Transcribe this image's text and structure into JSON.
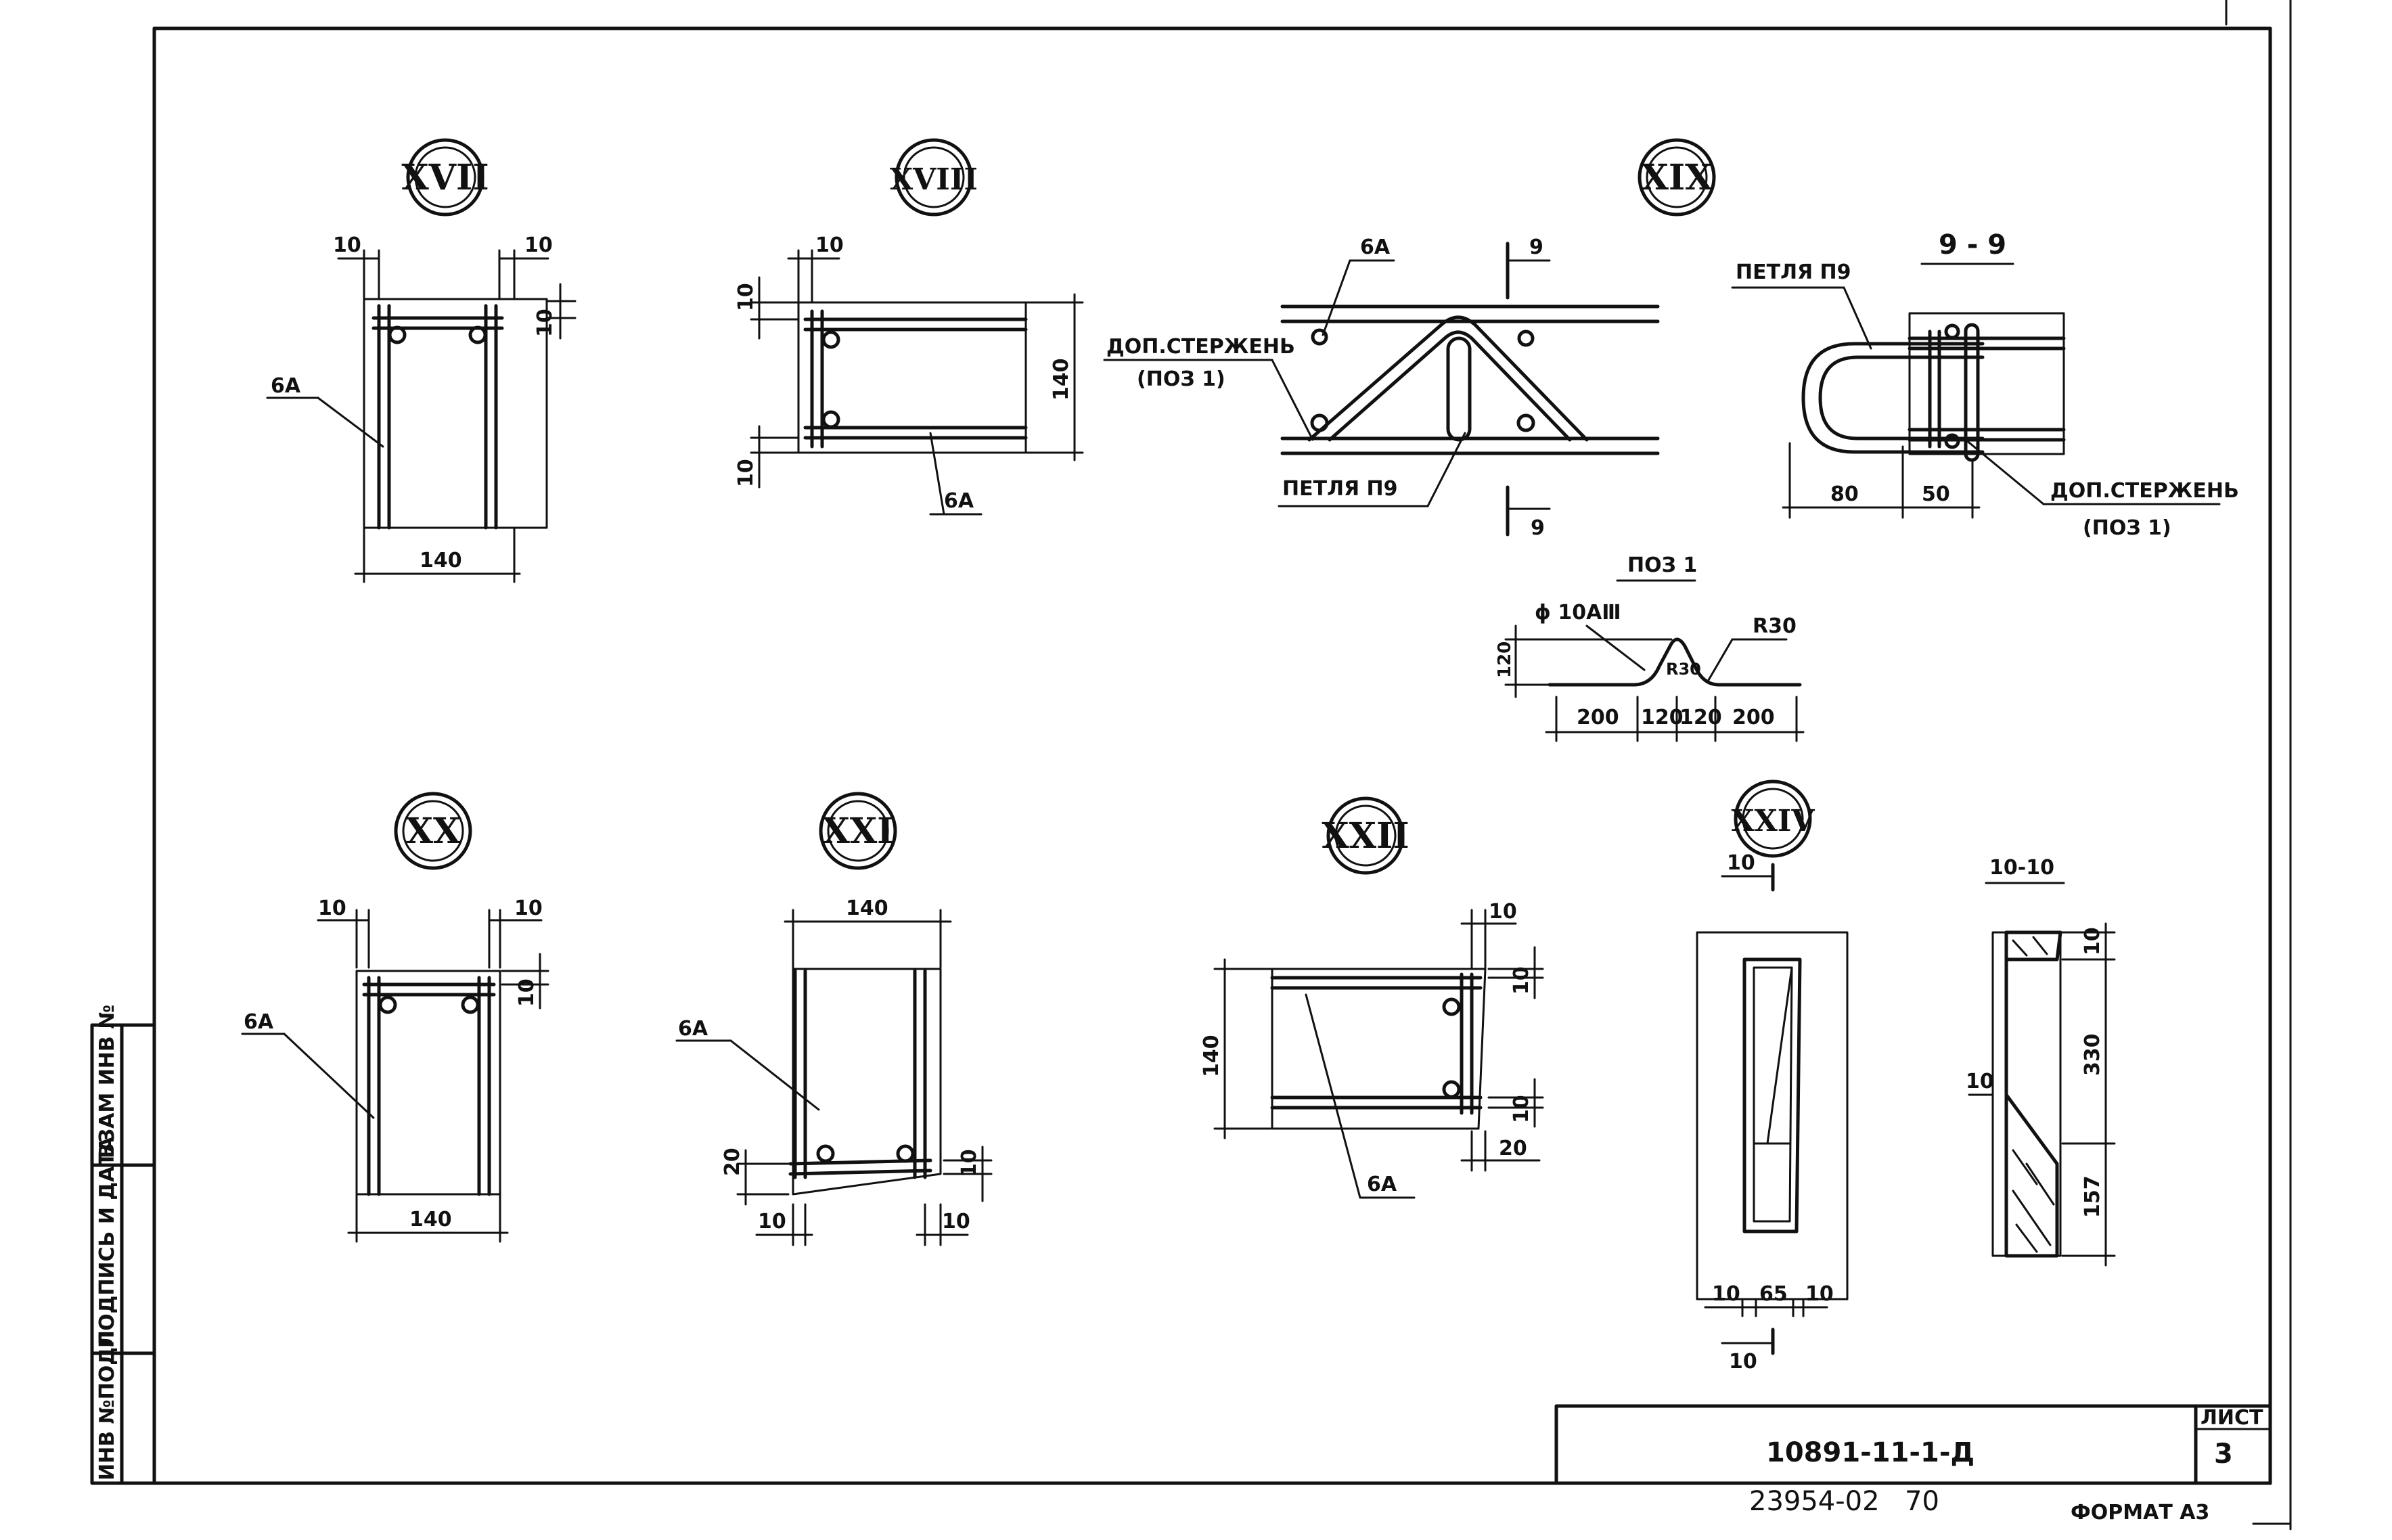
{
  "details": {
    "xvii": {
      "label": "XVII",
      "bar": "6А",
      "dim_left": "10",
      "dim_right": "10",
      "dim_vert": "10",
      "dim_width": "140"
    },
    "xviii": {
      "label": "XVIII",
      "bar": "6А",
      "dim_top": "10",
      "dim_v_top": "10",
      "dim_v_bot": "10",
      "dim_height": "140"
    },
    "xix": {
      "label": "XIX",
      "bar": "6А",
      "extra_bar_line1": "ДОП.СТЕРЖЕНЬ",
      "extra_bar_line2": "(ПОЗ 1)",
      "loop": "ПЕТЛЯ П9",
      "cut_top": "9",
      "cut_bot": "9"
    },
    "section_9": {
      "title": "9 - 9",
      "loop": "ПЕТЛЯ П9",
      "extra_bar_line1": "ДОП.СТЕРЖЕНЬ",
      "extra_bar_line2": "(ПОЗ 1)",
      "dim_a": "80",
      "dim_b": "50"
    },
    "poz1": {
      "title": "ПОЗ 1",
      "diameter": "ϕ 10АⅢ",
      "radius_outer": "R30",
      "radius_inner": "R30",
      "height": "120",
      "d1": "200",
      "d2": "120",
      "d3": "120",
      "d4": "200"
    },
    "xx": {
      "label": "XX",
      "bar": "6А",
      "dim_left": "10",
      "dim_right": "10",
      "dim_vert": "10",
      "dim_width": "140"
    },
    "xxi": {
      "label": "XXI",
      "bar": "6А",
      "dim_width": "140",
      "dim_v_left": "20",
      "dim_v_right": "10",
      "dim_bl": "10",
      "dim_br": "10"
    },
    "xxii": {
      "label": "XXII",
      "bar": "6А",
      "dim_h": "140",
      "dim_top": "10",
      "dim_v_top": "10",
      "dim_v_bot": "10",
      "dim_br": "20"
    },
    "xxiv": {
      "label": "XXIV",
      "cut_top": "10",
      "cut_bot": "10",
      "dim_a": "10",
      "dim_b": "65",
      "dim_c": "10"
    },
    "section_10": {
      "title": "10-10",
      "dim_top": "10",
      "dim_330": "330",
      "dim_side": "10",
      "dim_157": "157"
    }
  },
  "side_stamp": [
    "ИНВ №ПОДЛ",
    "ПОДПИСЬ И ДАТА",
    "ВЗАМ ИНВ №"
  ],
  "title_block": {
    "designation": "10891-11-1-Д",
    "sheet_label": "ЛИСТ",
    "sheet_no": "3"
  },
  "footer": {
    "archive_no": "23954-02",
    "page": "70",
    "format": "ФОРМАТ А3"
  }
}
